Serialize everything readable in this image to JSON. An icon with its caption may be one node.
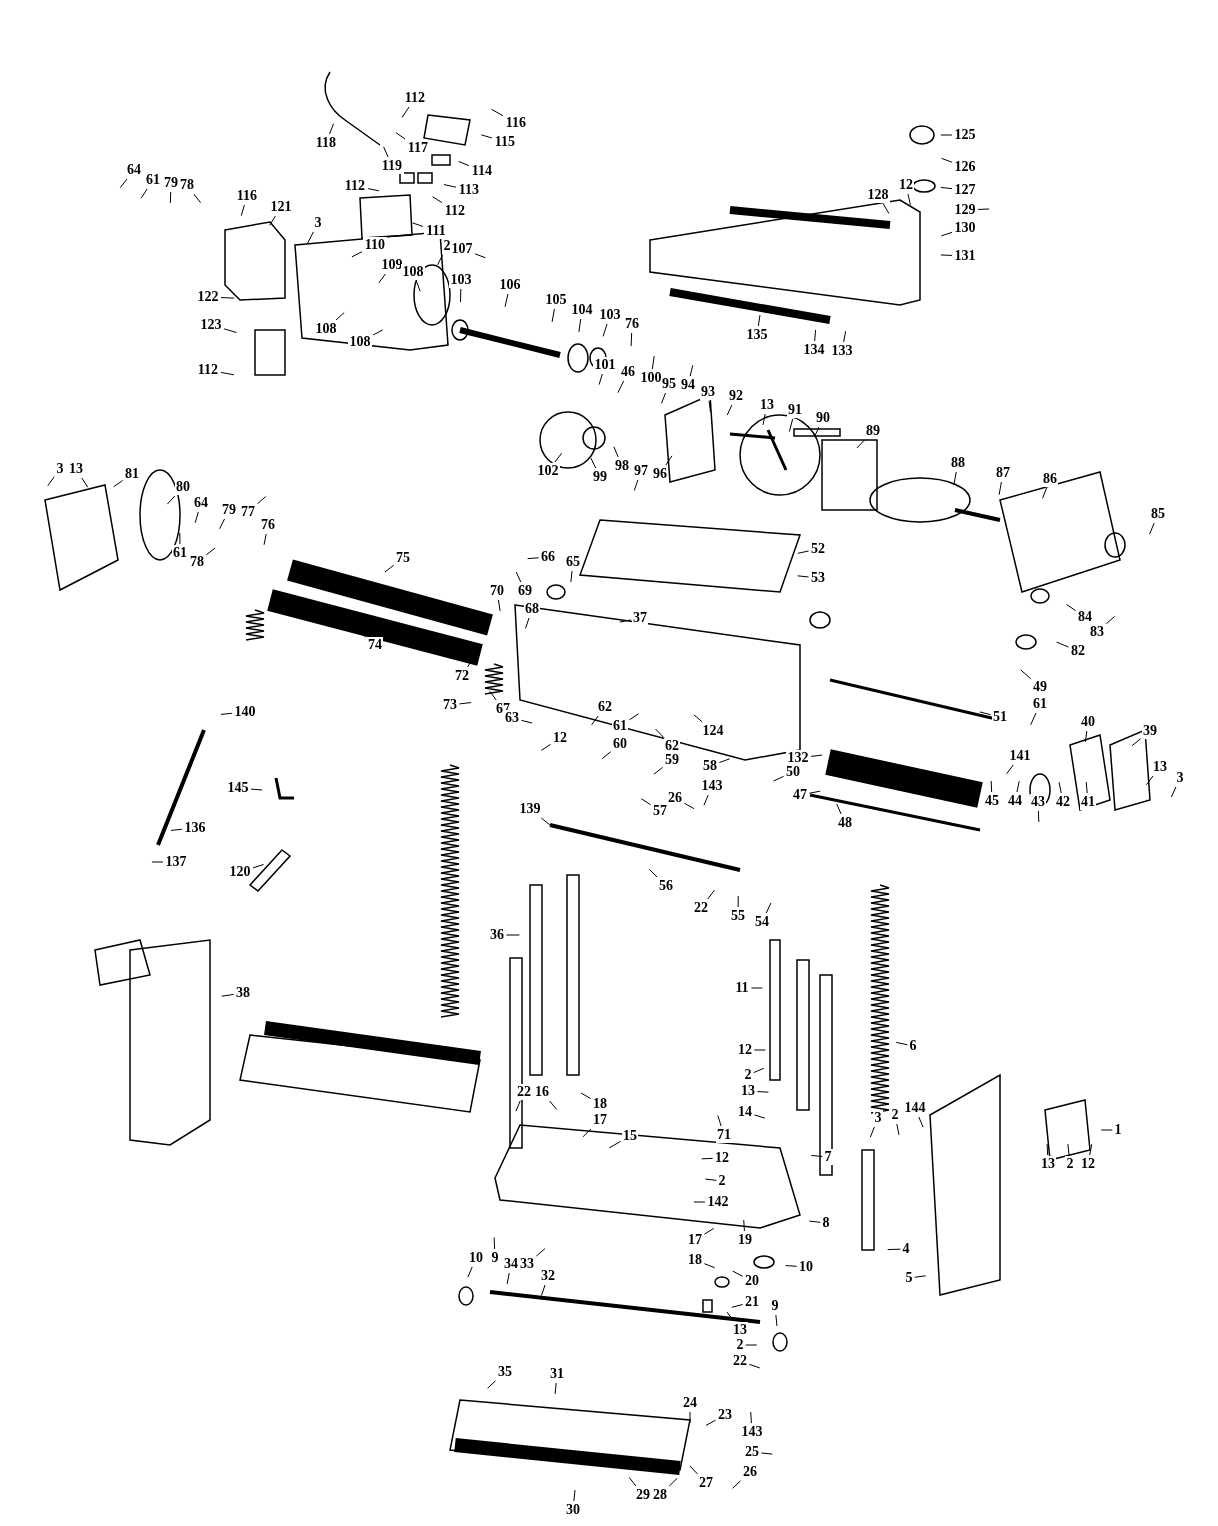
{
  "diagram": {
    "nodes": [
      {
        "text": [
          "112"
        ]
      },
      {
        "text": [
          "116"
        ]
      },
      {
        "text": [
          "117"
        ]
      },
      {
        "text": [
          "115"
        ]
      },
      {
        "text": [
          "118"
        ]
      },
      {
        "text": [
          "119"
        ]
      },
      {
        "text": [
          "114"
        ]
      },
      {
        "text": [
          "113"
        ]
      },
      {
        "text": [
          "112"
        ]
      },
      {
        "text": [
          "112"
        ]
      },
      {
        "text": [
          "111"
        ]
      },
      {
        "text": [
          "116"
        ]
      },
      {
        "text": [
          "121"
        ]
      },
      {
        "text": [
          "64"
        ]
      },
      {
        "text": [
          "61"
        ]
      },
      {
        "text": [
          "79"
        ]
      },
      {
        "text": [
          "78"
        ]
      },
      {
        "text": [
          "3"
        ]
      },
      {
        "text": [
          "110"
        ]
      },
      {
        "text": [
          "109"
        ]
      },
      {
        "text": [
          "108"
        ]
      },
      {
        "text": [
          "2"
        ]
      },
      {
        "text": [
          "107"
        ]
      },
      {
        "text": [
          "122"
        ]
      },
      {
        "text": [
          "108"
        ]
      },
      {
        "text": [
          "108"
        ]
      },
      {
        "text": [
          "103"
        ]
      },
      {
        "text": [
          "106"
        ]
      },
      {
        "text": [
          "105"
        ]
      },
      {
        "text": [
          "104"
        ]
      },
      {
        "text": [
          "103"
        ]
      },
      {
        "text": [
          "76"
        ]
      },
      {
        "text": [
          "123"
        ]
      },
      {
        "text": [
          "112"
        ]
      },
      {
        "text": [
          "125"
        ]
      },
      {
        "text": [
          "126"
        ]
      },
      {
        "text": [
          "127"
        ]
      },
      {
        "text": [
          "128"
        ]
      },
      {
        "text": [
          "12"
        ]
      },
      {
        "text": [
          "129"
        ]
      },
      {
        "text": [
          "130"
        ]
      },
      {
        "text": [
          "131"
        ]
      },
      {
        "text": [
          "135"
        ]
      },
      {
        "text": [
          "134"
        ]
      },
      {
        "text": [
          "133"
        ]
      },
      {
        "text": [
          "101"
        ]
      },
      {
        "text": [
          "46"
        ]
      },
      {
        "text": [
          "100"
        ]
      },
      {
        "text": [
          "95"
        ]
      },
      {
        "text": [
          "94"
        ]
      },
      {
        "text": [
          "93"
        ]
      },
      {
        "text": [
          "92"
        ]
      },
      {
        "text": [
          "13"
        ]
      },
      {
        "text": [
          "91"
        ]
      },
      {
        "text": [
          "90"
        ]
      },
      {
        "text": [
          "89"
        ]
      },
      {
        "text": [
          "102"
        ]
      },
      {
        "text": [
          "99"
        ]
      },
      {
        "text": [
          "98"
        ]
      },
      {
        "text": [
          "97"
        ]
      },
      {
        "text": [
          "96"
        ]
      },
      {
        "text": [
          "88"
        ]
      },
      {
        "text": [
          "87"
        ]
      },
      {
        "text": [
          "86"
        ]
      },
      {
        "text": [
          "85"
        ]
      },
      {
        "text": [
          "3"
        ]
      },
      {
        "text": [
          "13"
        ]
      },
      {
        "text": [
          "81"
        ]
      },
      {
        "text": [
          "80"
        ]
      },
      {
        "text": [
          "64"
        ]
      },
      {
        "text": [
          "79"
        ]
      },
      {
        "text": [
          "77"
        ]
      },
      {
        "text": [
          "76"
        ]
      },
      {
        "text": [
          "61"
        ]
      },
      {
        "text": [
          "78"
        ]
      },
      {
        "text": [
          "75"
        ]
      },
      {
        "text": [
          "70"
        ]
      },
      {
        "text": [
          "69"
        ]
      },
      {
        "text": [
          "68"
        ]
      },
      {
        "text": [
          "66"
        ]
      },
      {
        "text": [
          "65"
        ]
      },
      {
        "text": [
          "74"
        ]
      },
      {
        "text": [
          "72"
        ]
      },
      {
        "text": [
          "73"
        ]
      },
      {
        "text": [
          "67"
        ]
      },
      {
        "text": [
          "52"
        ]
      },
      {
        "text": [
          "53"
        ]
      },
      {
        "text": [
          "37"
        ]
      },
      {
        "text": [
          "84"
        ]
      },
      {
        "text": [
          "83"
        ]
      },
      {
        "text": [
          "82"
        ]
      },
      {
        "text": [
          "49"
        ]
      },
      {
        "text": [
          "61"
        ]
      },
      {
        "text": [
          "51"
        ]
      },
      {
        "text": [
          "40"
        ]
      },
      {
        "text": [
          "39"
        ]
      },
      {
        "text": [
          "13"
        ]
      },
      {
        "text": [
          "3"
        ]
      },
      {
        "text": [
          "63"
        ]
      },
      {
        "text": [
          "62"
        ]
      },
      {
        "text": [
          "61"
        ]
      },
      {
        "text": [
          "60"
        ]
      },
      {
        "text": [
          "124"
        ]
      },
      {
        "text": [
          "62"
        ]
      },
      {
        "text": [
          "59"
        ]
      },
      {
        "text": [
          "12"
        ]
      },
      {
        "text": [
          "58"
        ]
      },
      {
        "text": [
          "143"
        ]
      },
      {
        "text": [
          "26"
        ]
      },
      {
        "text": [
          "57"
        ]
      },
      {
        "text": [
          "132"
        ]
      },
      {
        "text": [
          "141"
        ]
      },
      {
        "text": [
          "50"
        ]
      },
      {
        "text": [
          "47"
        ]
      },
      {
        "text": [
          "48"
        ]
      },
      {
        "text": [
          "45"
        ]
      },
      {
        "text": [
          "44"
        ]
      },
      {
        "text": [
          "43"
        ]
      },
      {
        "text": [
          "42"
        ]
      },
      {
        "text": [
          "41"
        ]
      },
      {
        "text": [
          "140"
        ]
      },
      {
        "text": [
          "145"
        ]
      },
      {
        "text": [
          "136"
        ]
      },
      {
        "text": [
          "137"
        ]
      },
      {
        "text": [
          "120"
        ]
      },
      {
        "text": [
          "139"
        ]
      },
      {
        "text": [
          "56"
        ]
      },
      {
        "text": [
          "22"
        ]
      },
      {
        "text": [
          "55"
        ]
      },
      {
        "text": [
          "54"
        ]
      },
      {
        "text": [
          "36"
        ]
      },
      {
        "text": [
          "38"
        ]
      },
      {
        "text": [
          "11"
        ]
      },
      {
        "text": [
          "6"
        ]
      },
      {
        "text": [
          "12"
        ]
      },
      {
        "text": [
          "2"
        ]
      },
      {
        "text": [
          "13"
        ]
      },
      {
        "text": [
          "14"
        ]
      },
      {
        "text": [
          "22"
        ]
      },
      {
        "text": [
          "16"
        ]
      },
      {
        "text": [
          "18"
        ]
      },
      {
        "text": [
          "17"
        ]
      },
      {
        "text": [
          "15"
        ]
      },
      {
        "text": [
          "71"
        ]
      },
      {
        "text": [
          "12"
        ]
      },
      {
        "text": [
          "2"
        ]
      },
      {
        "text": [
          "142"
        ]
      },
      {
        "text": [
          "3"
        ]
      },
      {
        "text": [
          "2"
        ]
      },
      {
        "text": [
          "144"
        ]
      },
      {
        "text": [
          "1"
        ]
      },
      {
        "text": [
          "13"
        ]
      },
      {
        "text": [
          "2"
        ]
      },
      {
        "text": [
          "12"
        ]
      },
      {
        "text": [
          "7"
        ]
      },
      {
        "text": [
          "8"
        ]
      },
      {
        "text": [
          "4"
        ]
      },
      {
        "text": [
          "5"
        ]
      },
      {
        "text": [
          "10"
        ]
      },
      {
        "text": [
          "17"
        ]
      },
      {
        "text": [
          "18"
        ]
      },
      {
        "text": [
          "19"
        ]
      },
      {
        "text": [
          "20"
        ]
      },
      {
        "text": [
          "21"
        ]
      },
      {
        "text": [
          "10"
        ]
      },
      {
        "text": [
          "9"
        ]
      },
      {
        "text": [
          "34"
        ]
      },
      {
        "text": [
          "33"
        ]
      },
      {
        "text": [
          "32"
        ]
      },
      {
        "text": [
          "9"
        ]
      },
      {
        "text": [
          "13"
        ]
      },
      {
        "text": [
          "2"
        ]
      },
      {
        "text": [
          "22"
        ]
      },
      {
        "text": [
          "35"
        ]
      },
      {
        "text": [
          "31"
        ]
      },
      {
        "text": [
          "24"
        ]
      },
      {
        "text": [
          "23"
        ]
      },
      {
        "text": [
          "143"
        ]
      },
      {
        "text": [
          "25"
        ]
      },
      {
        "text": [
          "26"
        ]
      },
      {
        "text": [
          "27"
        ]
      },
      {
        "text": [
          "28"
        ]
      },
      {
        "text": [
          "29"
        ]
      },
      {
        "text": [
          "30"
        ]
      }
    ],
    "edges": [
      {
        "from": 0,
        "to": null,
        "arrow": "none"
      },
      {
        "from": 1,
        "to": null,
        "arrow": "none"
      },
      {
        "from": 2,
        "to": null,
        "arrow": "none"
      },
      {
        "from": 3,
        "to": null,
        "arrow": "none"
      },
      {
        "from": 4,
        "to": null,
        "arrow": "none"
      },
      {
        "from": 5,
        "to": null,
        "arrow": "none"
      },
      {
        "from": 6,
        "to": null,
        "arrow": "none"
      },
      {
        "from": 7,
        "to": null,
        "arrow": "none"
      },
      {
        "from": 8,
        "to": null,
        "arrow": "none"
      },
      {
        "from": 9,
        "to": null,
        "arrow": "none"
      },
      {
        "from": 10,
        "to": null,
        "arrow": "none"
      },
      {
        "from": 11,
        "to": null,
        "arrow": "none"
      },
      {
        "from": 12,
        "to": null,
        "arrow": "none"
      },
      {
        "from": 13,
        "to": null,
        "arrow": "none"
      },
      {
        "from": 14,
        "to": null,
        "arrow": "none"
      },
      {
        "from": 15,
        "to": null,
        "arrow": "none"
      },
      {
        "from": 16,
        "to": null,
        "arrow": "none"
      },
      {
        "from": 17,
        "to": null,
        "arrow": "none"
      },
      {
        "from": 18,
        "to": null,
        "arrow": "none"
      },
      {
        "from": 19,
        "to": null,
        "arrow": "none"
      },
      {
        "from": 20,
        "to": null,
        "arrow": "none"
      },
      {
        "from": 21,
        "to": null,
        "arrow": "none"
      },
      {
        "from": 22,
        "to": null,
        "arrow": "none"
      },
      {
        "from": 23,
        "to": null,
        "arrow": "none"
      },
      {
        "from": 24,
        "to": null,
        "arrow": "none"
      },
      {
        "from": 25,
        "to": null,
        "arrow": "none"
      },
      {
        "from": 26,
        "to": null,
        "arrow": "none"
      },
      {
        "from": 27,
        "to": null,
        "arrow": "none"
      },
      {
        "from": 28,
        "to": null,
        "arrow": "none"
      },
      {
        "from": 29,
        "to": null,
        "arrow": "none"
      },
      {
        "from": 30,
        "to": null,
        "arrow": "none"
      },
      {
        "from": 31,
        "to": null,
        "arrow": "none"
      },
      {
        "from": 32,
        "to": null,
        "arrow": "none"
      },
      {
        "from": 33,
        "to": null,
        "arrow": "none"
      },
      {
        "from": 34,
        "to": null,
        "arrow": "none"
      },
      {
        "from": 35,
        "to": null,
        "arrow": "none"
      },
      {
        "from": 36,
        "to": null,
        "arrow": "none"
      },
      {
        "from": 37,
        "to": null,
        "arrow": "none"
      },
      {
        "from": 38,
        "to": null,
        "arrow": "none"
      },
      {
        "from": 39,
        "to": null,
        "arrow": "none"
      },
      {
        "from": 40,
        "to": null,
        "arrow": "none"
      },
      {
        "from": 41,
        "to": null,
        "arrow": "none"
      },
      {
        "from": 42,
        "to": null,
        "arrow": "none"
      },
      {
        "from": 43,
        "to": null,
        "arrow": "none"
      },
      {
        "from": 44,
        "to": null,
        "arrow": "none"
      },
      {
        "from": 45,
        "to": null,
        "arrow": "none"
      },
      {
        "from": 46,
        "to": null,
        "arrow": "none"
      },
      {
        "from": 47,
        "to": null,
        "arrow": "none"
      },
      {
        "from": 48,
        "to": null,
        "arrow": "none"
      },
      {
        "from": 49,
        "to": null,
        "arrow": "none"
      },
      {
        "from": 50,
        "to": null,
        "arrow": "none"
      },
      {
        "from": 51,
        "to": null,
        "arrow": "none"
      },
      {
        "from": 52,
        "to": null,
        "arrow": "none"
      },
      {
        "from": 53,
        "to": null,
        "arrow": "none"
      },
      {
        "from": 54,
        "to": null,
        "arrow": "none"
      },
      {
        "from": 55,
        "to": null,
        "arrow": "none"
      },
      {
        "from": 56,
        "to": null,
        "arrow": "none"
      },
      {
        "from": 57,
        "to": null,
        "arrow": "none"
      },
      {
        "from": 58,
        "to": null,
        "arrow": "none"
      },
      {
        "from": 59,
        "to": null,
        "arrow": "none"
      },
      {
        "from": 60,
        "to": null,
        "arrow": "none"
      },
      {
        "from": 61,
        "to": null,
        "arrow": "none"
      },
      {
        "from": 62,
        "to": null,
        "arrow": "none"
      },
      {
        "from": 63,
        "to": null,
        "arrow": "none"
      },
      {
        "from": 64,
        "to": null,
        "arrow": "none"
      },
      {
        "from": 65,
        "to": null,
        "arrow": "none"
      },
      {
        "from": 66,
        "to": null,
        "arrow": "none"
      },
      {
        "from": 67,
        "to": null,
        "arrow": "none"
      },
      {
        "from": 68,
        "to": null,
        "arrow": "none"
      },
      {
        "from": 69,
        "to": null,
        "arrow": "none"
      },
      {
        "from": 70,
        "to": null,
        "arrow": "none"
      },
      {
        "from": 71,
        "to": null,
        "arrow": "none"
      },
      {
        "from": 72,
        "to": null,
        "arrow": "none"
      },
      {
        "from": 73,
        "to": null,
        "arrow": "none"
      },
      {
        "from": 74,
        "to": null,
        "arrow": "none"
      },
      {
        "from": 75,
        "to": null,
        "arrow": "none"
      },
      {
        "from": 76,
        "to": null,
        "arrow": "none"
      },
      {
        "from": 77,
        "to": null,
        "arrow": "none"
      },
      {
        "from": 78,
        "to": null,
        "arrow": "none"
      },
      {
        "from": 79,
        "to": null,
        "arrow": "none"
      },
      {
        "from": 80,
        "to": null,
        "arrow": "none"
      },
      {
        "from": 81,
        "to": null,
        "arrow": "none"
      },
      {
        "from": 82,
        "to": null,
        "arrow": "none"
      },
      {
        "from": 83,
        "to": null,
        "arrow": "none"
      },
      {
        "from": 84,
        "to": null,
        "arrow": "none"
      },
      {
        "from": 85,
        "to": null,
        "arrow": "none"
      },
      {
        "from": 86,
        "to": null,
        "arrow": "none"
      },
      {
        "from": 87,
        "to": null,
        "arrow": "none"
      },
      {
        "from": 88,
        "to": null,
        "arrow": "none"
      },
      {
        "from": 89,
        "to": null,
        "arrow": "none"
      },
      {
        "from": 90,
        "to": null,
        "arrow": "none"
      },
      {
        "from": 91,
        "to": null,
        "arrow": "none"
      },
      {
        "from": 92,
        "to": null,
        "arrow": "none"
      },
      {
        "from": 93,
        "to": null,
        "arrow": "none"
      },
      {
        "from": 94,
        "to": null,
        "arrow": "none"
      },
      {
        "from": 95,
        "to": null,
        "arrow": "none"
      },
      {
        "from": 96,
        "to": null,
        "arrow": "none"
      },
      {
        "from": 97,
        "to": null,
        "arrow": "none"
      },
      {
        "from": 98,
        "to": null,
        "arrow": "none"
      },
      {
        "from": 99,
        "to": null,
        "arrow": "none"
      },
      {
        "from": 100,
        "to": null,
        "arrow": "none"
      },
      {
        "from": 101,
        "to": null,
        "arrow": "none"
      },
      {
        "from": 102,
        "to": null,
        "arrow": "none"
      },
      {
        "from": 103,
        "to": null,
        "arrow": "none"
      },
      {
        "from": 104,
        "to": null,
        "arrow": "none"
      },
      {
        "from": 105,
        "to": null,
        "arrow": "none"
      },
      {
        "from": 106,
        "to": null,
        "arrow": "none"
      },
      {
        "from": 107,
        "to": null,
        "arrow": "none"
      },
      {
        "from": 108,
        "to": null,
        "arrow": "none"
      },
      {
        "from": 109,
        "to": null,
        "arrow": "none"
      },
      {
        "from": 110,
        "to": null,
        "arrow": "none"
      },
      {
        "from": 111,
        "to": null,
        "arrow": "none"
      },
      {
        "from": 112,
        "to": null,
        "arrow": "none"
      },
      {
        "from": 113,
        "to": null,
        "arrow": "none"
      },
      {
        "from": 114,
        "to": null,
        "arrow": "none"
      },
      {
        "from": 115,
        "to": null,
        "arrow": "none"
      },
      {
        "from": 116,
        "to": null,
        "arrow": "none"
      },
      {
        "from": 117,
        "to": null,
        "arrow": "none"
      },
      {
        "from": 118,
        "to": null,
        "arrow": "none"
      },
      {
        "from": 119,
        "to": null,
        "arrow": "none"
      },
      {
        "from": 120,
        "to": null,
        "arrow": "none"
      },
      {
        "from": 121,
        "to": null,
        "arrow": "none"
      },
      {
        "from": 122,
        "to": null,
        "arrow": "none"
      },
      {
        "from": 123,
        "to": null,
        "arrow": "none"
      },
      {
        "from": 124,
        "to": null,
        "arrow": "none"
      },
      {
        "from": 125,
        "to": null,
        "arrow": "none"
      },
      {
        "from": 126,
        "to": null,
        "arrow": "none"
      },
      {
        "from": 127,
        "to": null,
        "arrow": "none"
      },
      {
        "from": 128,
        "to": null,
        "arrow": "none"
      },
      {
        "from": 129,
        "to": null,
        "arrow": "none"
      },
      {
        "from": 130,
        "to": null,
        "arrow": "none"
      },
      {
        "from": 131,
        "to": null,
        "arrow": "none"
      },
      {
        "from": 132,
        "to": null,
        "arrow": "none"
      },
      {
        "from": 133,
        "to": null,
        "arrow": "none"
      },
      {
        "from": 134,
        "to": null,
        "arrow": "none"
      },
      {
        "from": 135,
        "to": null,
        "arrow": "none"
      },
      {
        "from": 136,
        "to": null,
        "arrow": "none"
      },
      {
        "from": 137,
        "to": null,
        "arrow": "none"
      },
      {
        "from": 138,
        "to": null,
        "arrow": "none"
      },
      {
        "from": 139,
        "to": null,
        "arrow": "none"
      },
      {
        "from": 140,
        "to": null,
        "arrow": "none"
      },
      {
        "from": 141,
        "to": null,
        "arrow": "none"
      },
      {
        "from": 142,
        "to": null,
        "arrow": "none"
      },
      {
        "from": 143,
        "to": null,
        "arrow": "none"
      },
      {
        "from": 144,
        "to": null,
        "arrow": "none"
      },
      {
        "from": 145,
        "to": null,
        "arrow": "none"
      },
      {
        "from": 146,
        "to": null,
        "arrow": "none"
      },
      {
        "from": 147,
        "to": null,
        "arrow": "none"
      },
      {
        "from": 148,
        "to": null,
        "arrow": "none"
      },
      {
        "from": 149,
        "to": null,
        "arrow": "none"
      },
      {
        "from": 150,
        "to": null,
        "arrow": "none"
      },
      {
        "from": 151,
        "to": null,
        "arrow": "none"
      },
      {
        "from": 152,
        "to": null,
        "arrow": "none"
      },
      {
        "from": 153,
        "to": null,
        "arrow": "none"
      },
      {
        "from": 154,
        "to": null,
        "arrow": "none"
      },
      {
        "from": 155,
        "to": null,
        "arrow": "none"
      },
      {
        "from": 156,
        "to": null,
        "arrow": "none"
      },
      {
        "from": 157,
        "to": null,
        "arrow": "none"
      },
      {
        "from": 158,
        "to": null,
        "arrow": "none"
      },
      {
        "from": 159,
        "to": null,
        "arrow": "none"
      },
      {
        "from": 160,
        "to": null,
        "arrow": "none"
      },
      {
        "from": 161,
        "to": null,
        "arrow": "none"
      },
      {
        "from": 162,
        "to": null,
        "arrow": "none"
      },
      {
        "from": 163,
        "to": null,
        "arrow": "none"
      },
      {
        "from": 164,
        "to": null,
        "arrow": "none"
      },
      {
        "from": 165,
        "to": null,
        "arrow": "none"
      },
      {
        "from": 166,
        "to": null,
        "arrow": "none"
      },
      {
        "from": 167,
        "to": null,
        "arrow": "none"
      },
      {
        "from": 168,
        "to": null,
        "arrow": "none"
      },
      {
        "from": 169,
        "to": null,
        "arrow": "none"
      },
      {
        "from": 170,
        "to": null,
        "arrow": "none"
      },
      {
        "from": 171,
        "to": null,
        "arrow": "none"
      },
      {
        "from": 172,
        "to": null,
        "arrow": "none"
      },
      {
        "from": 173,
        "to": null,
        "arrow": "none"
      },
      {
        "from": 174,
        "to": null,
        "arrow": "none"
      },
      {
        "from": 175,
        "to": null,
        "arrow": "none"
      },
      {
        "from": 176,
        "to": null,
        "arrow": "none"
      },
      {
        "from": 177,
        "to": null,
        "arrow": "none"
      },
      {
        "from": 178,
        "to": null,
        "arrow": "none"
      },
      {
        "from": 179,
        "to": null,
        "arrow": "none"
      },
      {
        "from": 180,
        "to": null,
        "arrow": "none"
      },
      {
        "from": 181,
        "to": null,
        "arrow": "none"
      },
      {
        "from": 182,
        "to": null,
        "arrow": "none"
      },
      {
        "from": 183,
        "to": null,
        "arrow": "none"
      }
    ]
  }
}
